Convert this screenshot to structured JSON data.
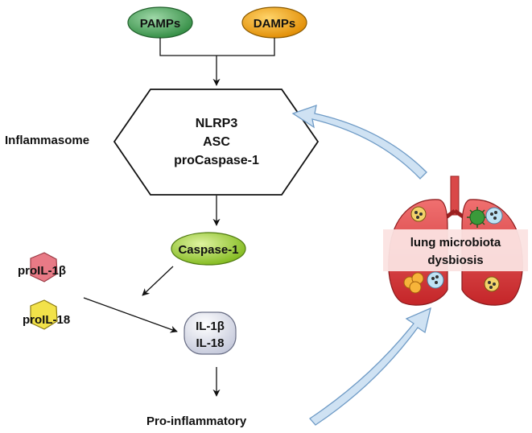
{
  "nodes": {
    "pamps": "PAMPs",
    "damps": "DAMPs",
    "inflammasome_label": "Inflammasome",
    "inflammasome_lines": [
      "NLRP3",
      "ASC",
      "proCaspase-1"
    ],
    "caspase1": "Caspase-1",
    "proil1b": "proIL-1β",
    "proil18": "proIL-18",
    "cytokines": [
      "IL-1β",
      "IL-18"
    ],
    "pro_inflammatory": "Pro-inflammatory",
    "lung_label": [
      "lung microbiota",
      "dysbiosis"
    ]
  },
  "colors": {
    "pamps": "#3f9e52",
    "damps": "#f0a000",
    "caspase": "#9ccf2a",
    "cytokine": "#d8dbe8",
    "proil1b": "#e87a86",
    "proil18": "#f2e24a",
    "lung": "#e0393c",
    "feedback_arrow": "#cfe2f3"
  }
}
